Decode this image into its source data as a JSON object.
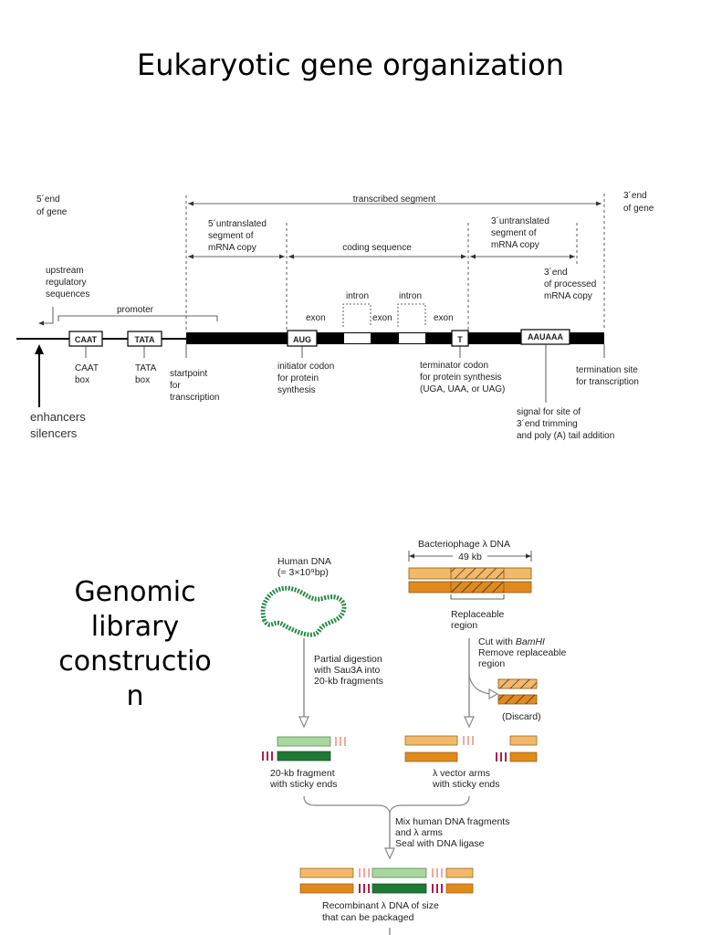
{
  "slide_title": "Eukaryotic gene organization",
  "gene_diagram": {
    "five_end_gene": [
      "5´end",
      "of gene"
    ],
    "three_end_gene": [
      "3´end",
      "of gene"
    ],
    "transcribed_segment": "transcribed segment",
    "five_utr": [
      "5´untranslated",
      "segment of",
      "mRNA copy"
    ],
    "coding_sequence": "coding sequence",
    "three_utr": [
      "3´untranslated",
      "segment of",
      "mRNA copy"
    ],
    "three_end_processed": [
      "3´end",
      "of processed",
      "mRNA copy"
    ],
    "upstream": [
      "upstream",
      "regulatory",
      "sequences"
    ],
    "promoter": "promoter",
    "intron1": "intron",
    "intron2": "intron",
    "exon1": "exon",
    "exon2": "exon",
    "exon3": "exon",
    "caat_box_label": "CAAT",
    "tata_box_label": "TATA",
    "aug_box_label": "AUG",
    "t_box_label": "T",
    "aauaaa_box_label": "AAUAAA",
    "caat_caption": [
      "CAAT",
      "box"
    ],
    "tata_caption": [
      "TATA",
      "box"
    ],
    "startpoint": [
      "startpoint",
      "for",
      "transcription"
    ],
    "initiator": [
      "initiator codon",
      "for protein",
      "synthesis"
    ],
    "terminator": [
      "terminator codon",
      "for protein synthesis",
      "(UGA, UAA, or UAG)"
    ],
    "termination_site": [
      "termination site",
      "for transcription"
    ],
    "signal": [
      "signal for site of",
      "3´end trimming",
      "and poly (A) tail addition"
    ],
    "enhancers": "enhancers",
    "silencers": "silencers"
  },
  "library_diagram": {
    "side_title": [
      "Genomic",
      "library",
      "constructio",
      "n"
    ],
    "human_dna": [
      "Human DNA",
      "(= 3×10⁹bp)"
    ],
    "bacteriophage": "Bacteriophage λ DNA",
    "kb49": "49 kb",
    "replaceable": [
      "Replaceable",
      "region"
    ],
    "cut_with": [
      "Cut with BamHI",
      "Remove replaceable",
      "region"
    ],
    "discard": "(Discard)",
    "partial_digestion": [
      "Partial digestion",
      "with Sau3A into",
      "20-kb fragments"
    ],
    "fragment_caption": [
      "20-kb fragment",
      "with sticky ends"
    ],
    "vector_caption": [
      "λ vector arms",
      "with sticky ends"
    ],
    "mix": [
      "Mix human DNA fragments",
      "and λ arms",
      "Seal with DNA ligase"
    ],
    "recombinant": [
      "Recombinant λ DNA of size",
      "that can be packaged"
    ]
  },
  "colors": {
    "tan": "#f2b96a",
    "orange": "#e08a1e",
    "light_green": "#a8d8a0",
    "dark_green": "#1e7a34",
    "sticky_red": "#b0204a",
    "sticky_pink": "#f0a8a0"
  }
}
